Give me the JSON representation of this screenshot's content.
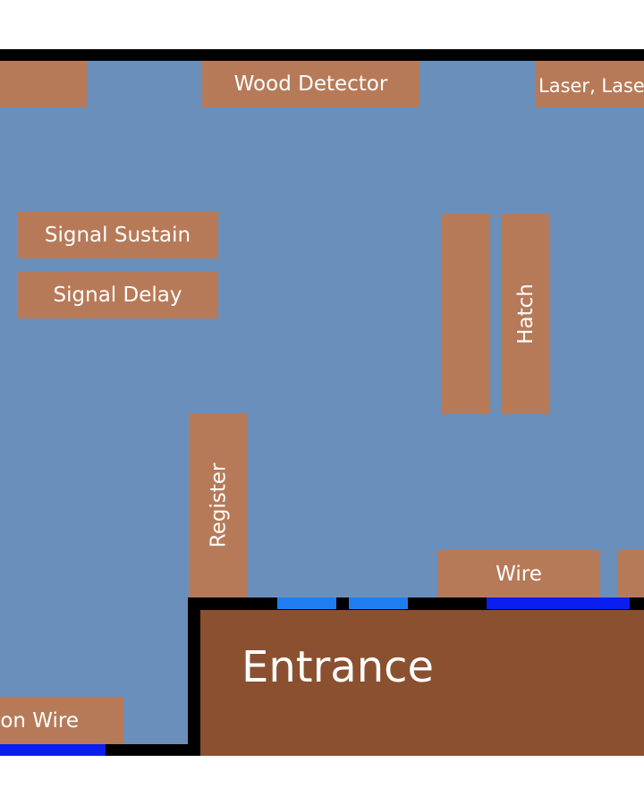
{
  "colors": {
    "floor": "#6b8fbb",
    "room": "#b77a58",
    "entrance": "#8a5030",
    "wall": "#000000",
    "door_light": "#1e7ef0",
    "door_dark": "#0a1ef0",
    "text": "#ffffff"
  },
  "rooms": {
    "top_left_partial": "",
    "wood_detector": "Wood Detector",
    "laser": "Laser, Lase",
    "signal_sustain": "Signal Sustain",
    "signal_delay": "Signal Delay",
    "hatch_left": "",
    "hatch": "Hatch",
    "register": "Register",
    "wire": "Wire",
    "right_partial": "",
    "bottom_left_wire": "on Wire"
  },
  "entrance": {
    "label": "Entrance"
  }
}
